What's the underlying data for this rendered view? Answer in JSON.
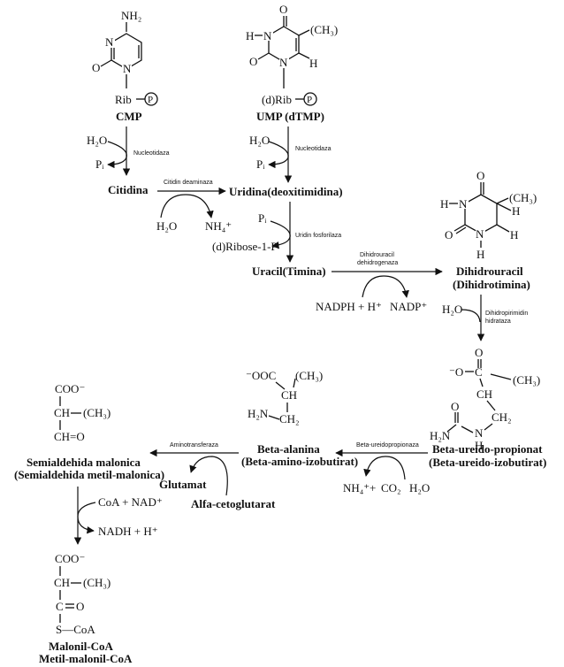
{
  "compounds": {
    "cmp": {
      "name": "CMP",
      "nh2": "NH₂",
      "n": "N",
      "o": "O",
      "rib": "Rib",
      "p": "P"
    },
    "ump": {
      "name": "UMP (dTMP)",
      "h": "H",
      "n": "N",
      "o": "O",
      "ch3": "(CH₃)",
      "rib": "(d)Rib",
      "p": "P"
    },
    "citidina": "Citidina",
    "uridina": "Uridina(deoxitimidina)",
    "ribose": "(d)Ribose-1-P",
    "uracil": "Uracil(Timina)",
    "dihidrouracil": {
      "name1": "Dihidrouracil",
      "name2": "(Dihidrotimina)",
      "h": "H",
      "n": "N",
      "o": "O",
      "ch3": "(CH₃)"
    },
    "ureidopropionat": {
      "name1": "Beta-ureido-propionat",
      "name2": "(Beta-ureido-izobutirat)",
      "o": "O",
      "ominus": "⁻O",
      "c": "C",
      "ch": "CH",
      "ch3": "(CH₃)",
      "h2n": "H₂N",
      "n": "N",
      "h": "H",
      "ch2": "CH₂"
    },
    "betaalanina": {
      "name1": "Beta-alanina",
      "name2": "(Beta-amino-izobutirat)",
      "ooc": "⁻OOC",
      "ch": "CH",
      "ch3": "(CH₃)",
      "h2n": "H₂N",
      "ch2": "CH₂"
    },
    "semialdehida": {
      "name1": "Semialdehida malonica",
      "name2": "(Semialdehida metil-malonica)",
      "coo": "COO⁻",
      "ch": "CH",
      "ch3": "(CH₃)",
      "cho": "CH=O"
    },
    "malonil": {
      "name1": "Malonil-CoA",
      "name2": "Metil-malonil-CoA",
      "coo": "COO⁻",
      "ch": "CH",
      "ch3": "(CH₃)",
      "c": "C",
      "o": "O",
      "scoa": "S—CoA"
    },
    "glutamat": "Glutamat",
    "alfa": "Alfa-cetoglutarat"
  },
  "reagents": {
    "h2o": "H₂O",
    "pi": "Pᵢ",
    "nh4": "NH₄⁺",
    "nadph": "NADPH + H⁺",
    "nadp": "NADP⁺",
    "co2": "CO₂",
    "plus": "+",
    "coa_nad": "CoA + NAD⁺",
    "nadh": "NADH + H⁺"
  },
  "enzymes": {
    "nucleotidaza": "Nucleotidaza",
    "citidin_deaminaza": "Citidin deaminaza",
    "uridin_fosforilaza": "Uridin fosforilaza",
    "dihidrouracil_dh1": "Dihidrouracil",
    "dihidrouracil_dh2": "dehidrogenaza",
    "dihidropirimidin1": "Dihidropirimidin",
    "dihidropirimidin2": "hidrataza",
    "ureidopropionaza": "Beta-ureidopropionaza",
    "aminotransferaza": "Aminotransferaza"
  }
}
